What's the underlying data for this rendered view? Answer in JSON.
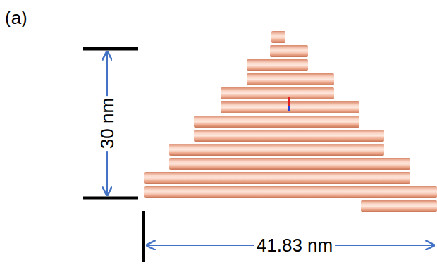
{
  "diagram": {
    "labels": [
      "(a)",
      "30 nm",
      "41.83 nm"
    ]
  }
}
